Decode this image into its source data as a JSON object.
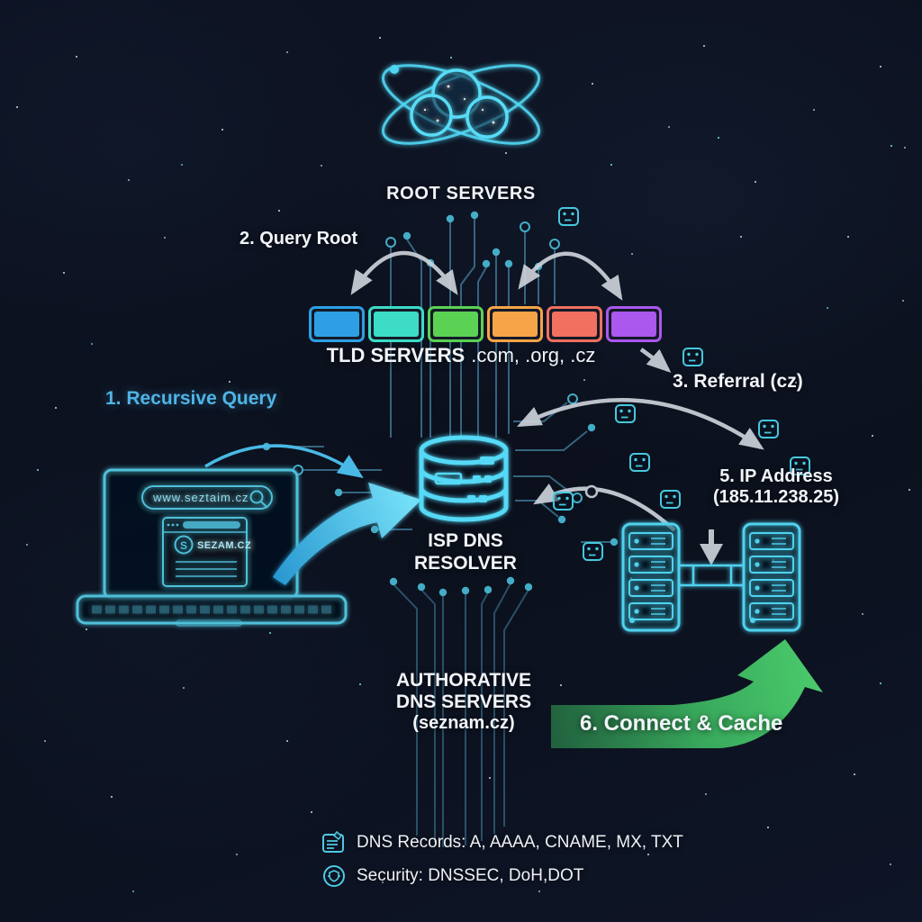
{
  "colors": {
    "background": "#0c111e",
    "accent_cyan": "#4fd5f2",
    "trace_cyan": "#3d7492",
    "arrow_gray": "#ccd2d9",
    "arrow_blue": "#49b9e6",
    "arrow_green": "#3fae5e",
    "text_white": "#f1f4f8",
    "label_blue": "#4fb4e6"
  },
  "root_servers": {
    "label": "ROOT SERVERS"
  },
  "tld": {
    "label": "TLD SERVERS",
    "domains": ".com, .org, .cz",
    "boxes": [
      "#2e9fe6",
      "#3cdcc6",
      "#5bd254",
      "#f6a447",
      "#f1705f",
      "#aa58ee"
    ]
  },
  "resolver": {
    "line1": "ISP DNS",
    "line2": "RESOLVER"
  },
  "authoritative": {
    "line1": "AUTHORATIVE",
    "line2": "DNS SERVERS",
    "line3": "(seznam.cz)"
  },
  "client": {
    "url": "www.seztaim.cz",
    "site": "SEZAM.CZ",
    "logo_letter": "S"
  },
  "steps": {
    "step1": "1. Recursive Query",
    "step2": "2. Query Root",
    "step3": "3. Referral (cz)",
    "step5_line1": "5. IP Address",
    "step5_line2": "(185.11.238.25)",
    "step6": "6. Connect & Cache"
  },
  "legend": {
    "dns_records": "DNS Records: A, AAAA, CNAME, MX, TXT",
    "security": "Security: DNSSEC, DoH,DOT"
  }
}
